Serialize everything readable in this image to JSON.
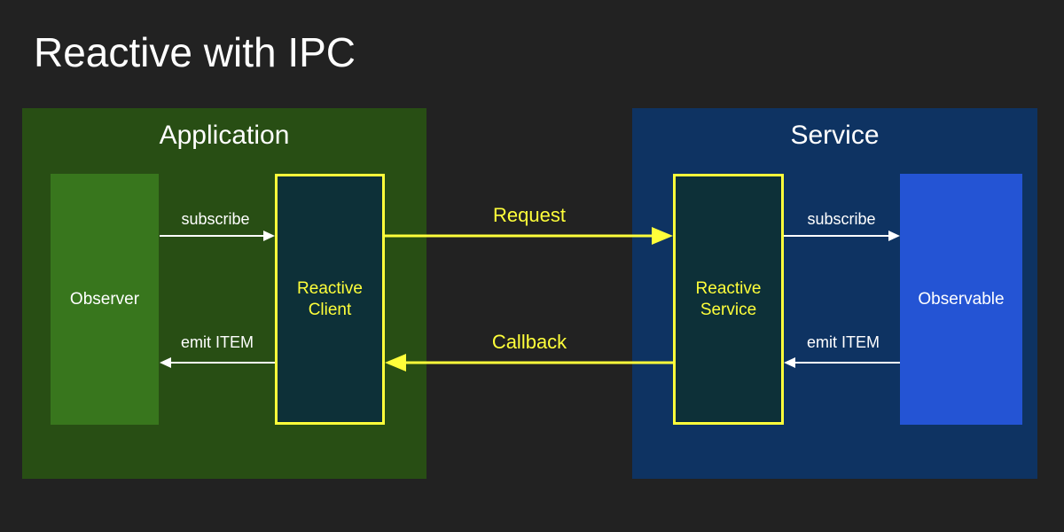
{
  "title": "Reactive with IPC",
  "groups": {
    "application": {
      "label": "Application",
      "color": "#284e14"
    },
    "service": {
      "label": "Service",
      "color": "#0e3362"
    }
  },
  "nodes": {
    "observer": {
      "label": "Observer"
    },
    "reactive_client": {
      "label": "Reactive\nClient"
    },
    "reactive_service": {
      "label": "Reactive\nService"
    },
    "observable": {
      "label": "Observable"
    }
  },
  "edges": {
    "app_subscribe": {
      "label": "subscribe",
      "from": "observer",
      "to": "reactive_client"
    },
    "app_emit": {
      "label": "emit ITEM",
      "from": "reactive_client",
      "to": "observer"
    },
    "request": {
      "label": "Request",
      "from": "reactive_client",
      "to": "reactive_service"
    },
    "callback": {
      "label": "Callback",
      "from": "reactive_service",
      "to": "reactive_client"
    },
    "svc_subscribe": {
      "label": "subscribe",
      "from": "reactive_service",
      "to": "observable"
    },
    "svc_emit": {
      "label": "emit ITEM",
      "from": "observable",
      "to": "reactive_service"
    }
  },
  "colors": {
    "highlight": "#ffff3a",
    "observer": "#38761d",
    "observable": "#2454d4",
    "reactive_fill": "#0d3038"
  }
}
